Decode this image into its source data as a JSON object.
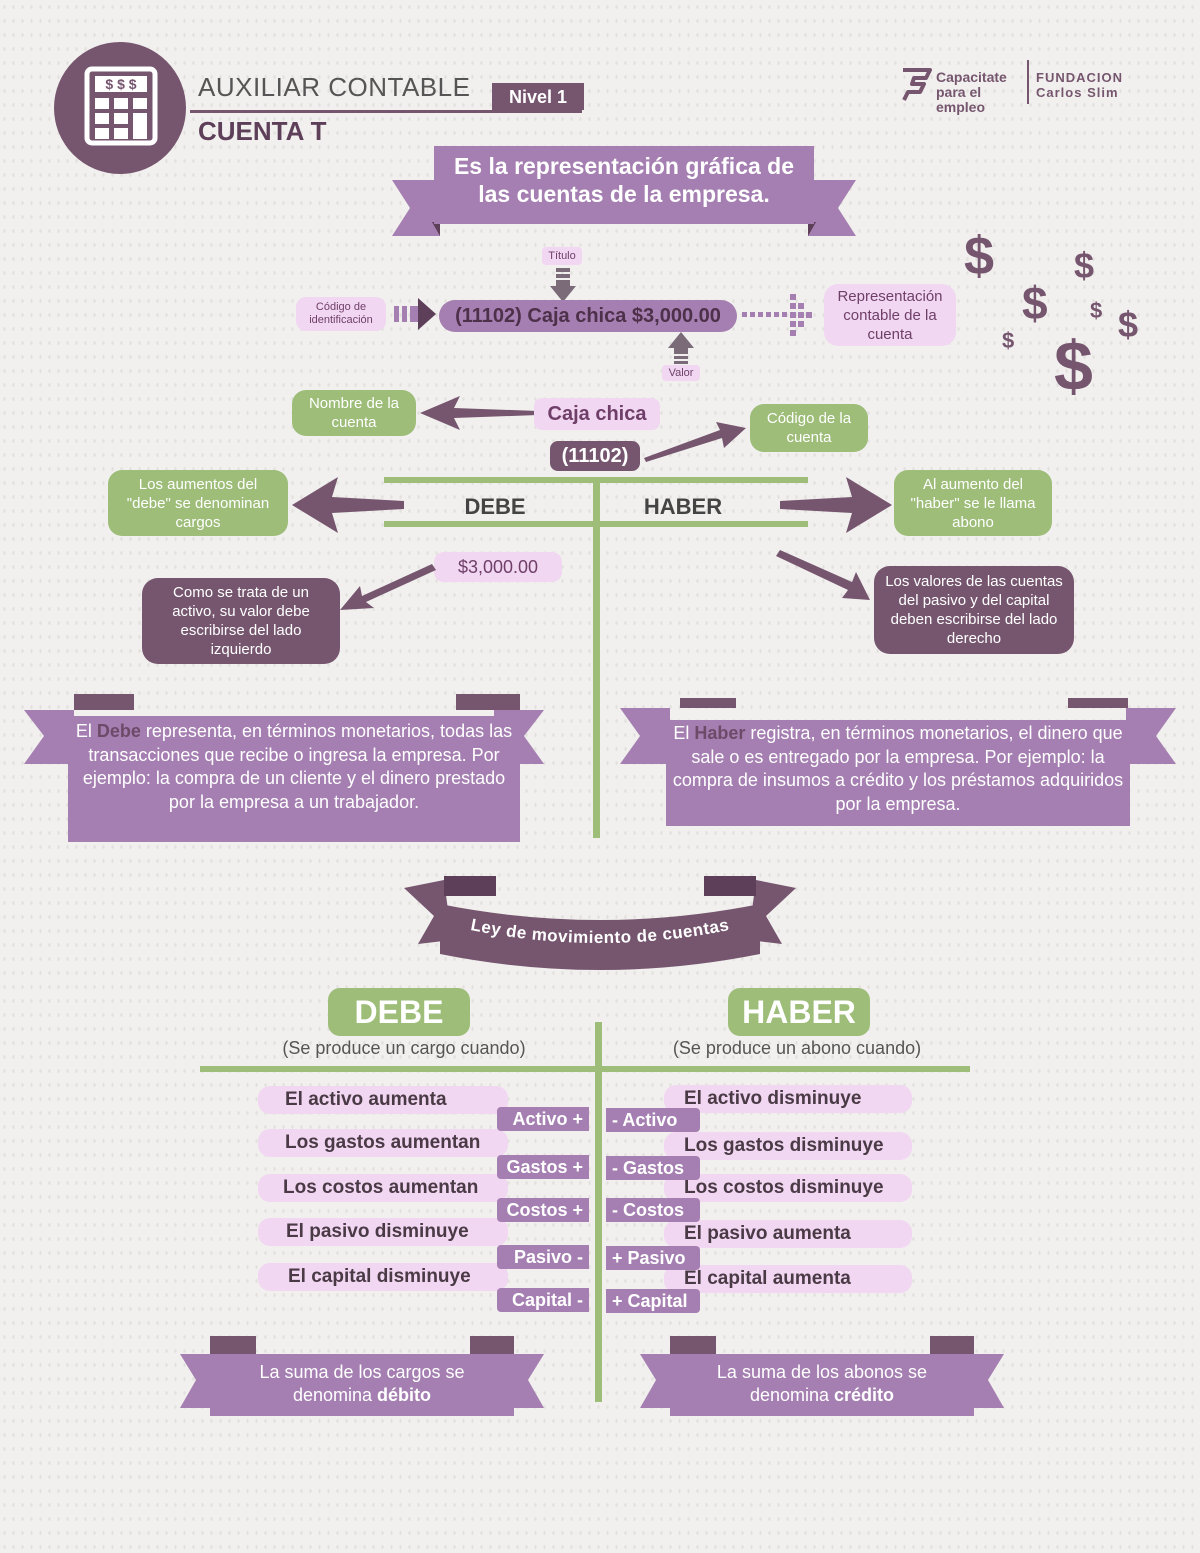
{
  "header": {
    "title": "AUXILIAR CONTABLE",
    "level": "Nivel 1",
    "subtitle": "CUENTA T",
    "icon_glyph": "$ $ $",
    "brand_logo": "Capacitate para el empleo",
    "brand_logo_2": "FUNDACION Carlos Slim"
  },
  "definition": {
    "line1": "Es la representación gráfica de",
    "line2": "las cuentas de la empresa."
  },
  "example": {
    "titulo_label": "Título",
    "codigo_label": "Código de identificación",
    "main_label": "(11102) Caja chica $3,000.00",
    "valor_label": "Valor",
    "representacion_label": "Representación contable de la cuenta",
    "nombre_label": "Nombre de la cuenta",
    "name_pill": "Caja chica",
    "codigo_cuenta_label": "Código de la cuenta",
    "code_pill": "(11102)",
    "debe": "DEBE",
    "haber": "HABER",
    "amount": "$3,000.00",
    "aumentos_debe": "Los aumentos del \"debe\" se denominan cargos",
    "aumento_haber": "Al aumento del \"haber\" se le llama abono",
    "activo_note": "Como se trata de un activo, su valor debe escribirse del lado izquierdo",
    "pasivo_note": "Los valores de las cuentas del pasivo y del capital deben escribirse del lado derecho"
  },
  "debe_box": {
    "pre": "El ",
    "keyword": "Debe",
    "rest": " representa, en términos monetarios, todas las transacciones que recibe o ingresa la empresa. Por ejemplo: la compra de un cliente y el dinero prestado por la empresa a un trabajador."
  },
  "haber_box": {
    "pre": "El ",
    "keyword": "Haber",
    "rest": " registra, en términos monetarios, el dinero que sale o es entregado por la empresa. Por ejemplo: la compra de insumos a crédito y los préstamos adquiridos por la empresa."
  },
  "ley": {
    "banner": "Ley de movimiento de cuentas"
  },
  "movement": {
    "debe_title": "DEBE",
    "haber_title": "HABER",
    "debe_sub": "(Se produce un cargo cuando)",
    "haber_sub": "(Se produce un abono cuando)",
    "left_rows": [
      "El activo aumenta",
      "Los gastos aumentan",
      "Los costos aumentan",
      "El pasivo disminuye",
      "El capital disminuye"
    ],
    "left_tags": [
      "Activo +",
      "Gastos +",
      "Costos +",
      "Pasivo -",
      "Capital -"
    ],
    "right_rows": [
      "El activo disminuye",
      "Los gastos disminuye",
      "Los costos disminuye",
      "El pasivo aumenta",
      "El capital aumenta"
    ],
    "right_tags": [
      "- Activo",
      "- Gastos",
      "- Costos",
      "+ Pasivo",
      "+ Capital"
    ]
  },
  "footer": {
    "left_1": "La suma de los cargos se",
    "left_2_pre": "denomina ",
    "left_2_em": "débito",
    "right_1": "La suma de los abonos se",
    "right_2_pre": "denomina ",
    "right_2_em": "crédito"
  },
  "colors": {
    "purple": "#a57fb1",
    "dark_purple": "#76566f",
    "deep_purple": "#5d3f59",
    "green": "#9dbd79",
    "pink": "#f1d7f1"
  }
}
